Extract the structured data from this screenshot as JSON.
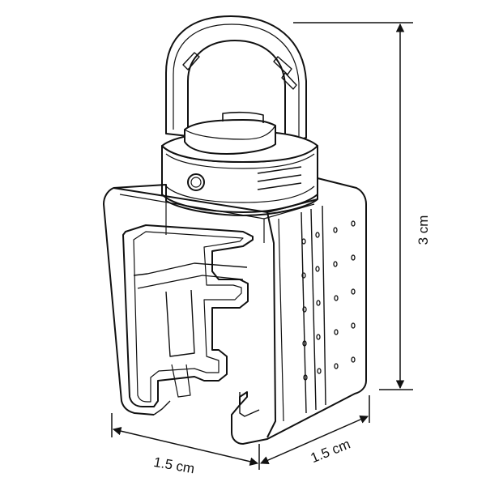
{
  "dimensions": {
    "height_label": "3 cm",
    "width_front_label": "1.5 cm",
    "width_side_label": "1.5 cm"
  },
  "colors": {
    "line": "#111111",
    "background": "#ffffff"
  }
}
